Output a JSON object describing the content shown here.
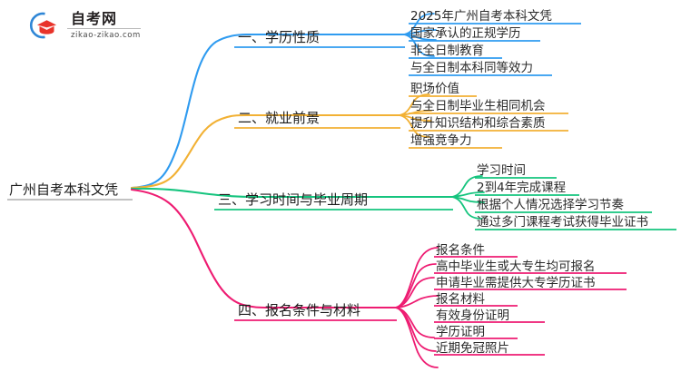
{
  "logo": {
    "name": "zikao-logo",
    "title": "自考网",
    "domain": "zikao-zikao.com",
    "mark_icon": "graduation-cap-icon"
  },
  "mindmap": {
    "root": {
      "label": "广州自考本科文凭"
    },
    "colors": {
      "branch1": "#2f9bf0",
      "branch2": "#f2b134",
      "branch3": "#15c47e",
      "branch4": "#ee1c72"
    },
    "branches": [
      {
        "label": "一、学历性质",
        "color": "#2f9bf0",
        "children": [
          {
            "label": "2025年广州自考本科文凭"
          },
          {
            "label": "国家承认的正规学历"
          },
          {
            "label": "非全日制教育"
          },
          {
            "label": "与全日制本科同等效力"
          }
        ]
      },
      {
        "label": "二、就业前景",
        "color": "#f2b134",
        "children": [
          {
            "label": "职场价值"
          },
          {
            "label": "与全日制毕业生相同机会"
          },
          {
            "label": "提升知识结构和综合素质"
          },
          {
            "label": "增强竞争力"
          }
        ]
      },
      {
        "label": "三、学习时间与毕业周期",
        "color": "#15c47e",
        "children": [
          {
            "label": "学习时间"
          },
          {
            "label": "2到4年完成课程"
          },
          {
            "label": "根据个人情况选择学习节奏"
          },
          {
            "label": "通过多门课程考试获得毕业证书"
          }
        ]
      },
      {
        "label": "四、报名条件与材料",
        "color": "#ee1c72",
        "children": [
          {
            "label": "报名条件"
          },
          {
            "label": "高中毕业生或大专生均可报名"
          },
          {
            "label": "申请毕业需提供大专学历证书"
          },
          {
            "label": "报名材料"
          },
          {
            "label": "有效身份证明"
          },
          {
            "label": "学历证明"
          },
          {
            "label": "近期免冠照片"
          }
        ]
      }
    ]
  }
}
